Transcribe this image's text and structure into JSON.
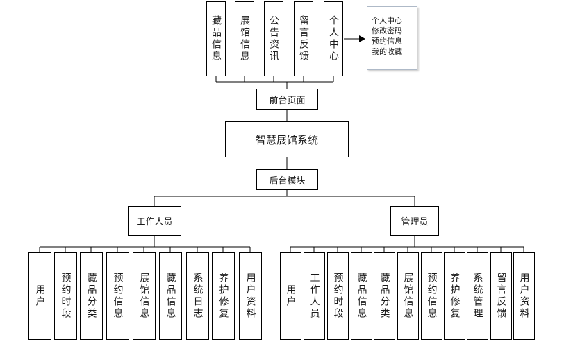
{
  "frontend": {
    "modules": [
      "藏品信息",
      "展馆信息",
      "公告资讯",
      "留言反馈",
      "个人中心"
    ],
    "hub_label": "前台页面",
    "personal_center_items": [
      "个人中心",
      "修改密码",
      "预约信息",
      "我的收藏"
    ]
  },
  "system": {
    "title": "智慧展馆系统"
  },
  "backend": {
    "hub_label": "后台模块",
    "staff": {
      "label": "工作人员",
      "modules": [
        "用户",
        "预约时段",
        "藏品分类",
        "预约信息",
        "展馆信息",
        "藏品信息",
        "系统日志",
        "养护修复",
        "用户资料"
      ]
    },
    "admin": {
      "label": "管理员",
      "modules": [
        "用户",
        "工作人员",
        "预约时段",
        "藏品信息",
        "藏品分类",
        "展馆信息",
        "预约信息",
        "养护修复",
        "系统管理",
        "留言反馈",
        "用户资料"
      ]
    }
  }
}
